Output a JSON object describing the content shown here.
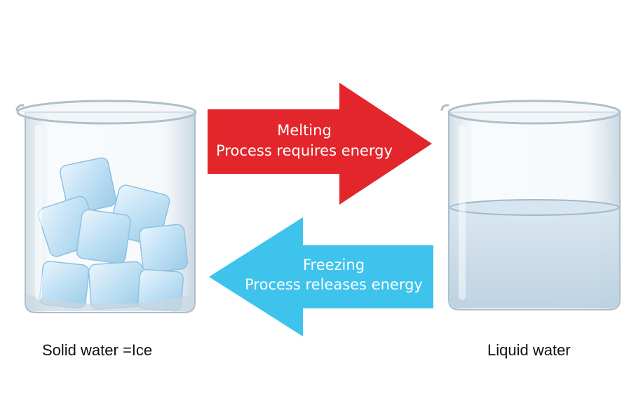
{
  "arrows": {
    "melting": {
      "line1": "Melting",
      "line2": "Process requires energy",
      "color": "#e3262b"
    },
    "freezing": {
      "line1": "Freezing",
      "line2": "Process releases energy",
      "color": "#3ec3ec"
    }
  },
  "beakers": {
    "left": {
      "caption": "Solid water =Ice",
      "contents": "ice-cubes"
    },
    "right": {
      "caption": "Liquid water",
      "contents": "water"
    }
  },
  "colors": {
    "glass": "#d9e6ee",
    "ice": "#b9dcf2",
    "water": "#c6d9e8"
  }
}
